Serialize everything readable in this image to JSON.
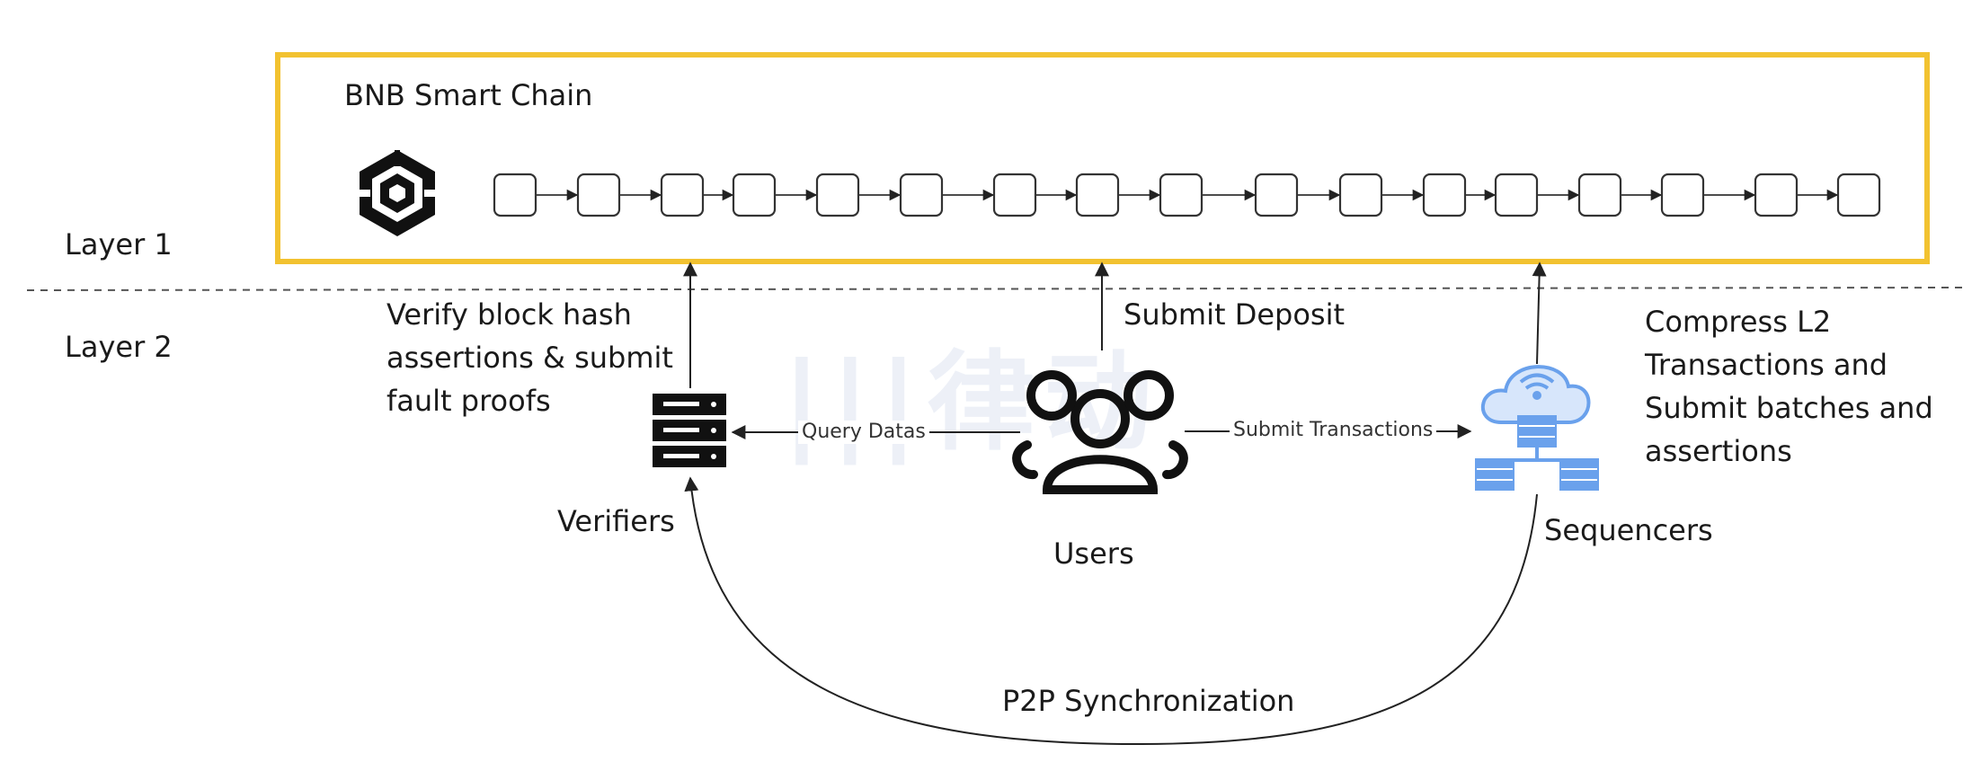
{
  "layers": {
    "layer1": "Layer 1",
    "layer2": "Layer 2"
  },
  "chain": {
    "title": "BNB Smart Chain",
    "block_count": 17,
    "frame_color": "#f2c230"
  },
  "verifiers": {
    "label": "Verifiers",
    "note": "Verify block hash assertions & submit fault proofs"
  },
  "users": {
    "label": "Users",
    "deposit": "Submit Deposit"
  },
  "sequencers": {
    "label": "Sequencers",
    "note": "Compress L2 Transactions and Submit batches and assertions",
    "icon_color": "#6aa1ec"
  },
  "edges": {
    "query": "Query Datas",
    "submit_tx": "Submit Transactions",
    "p2p": "P2P Synchronization"
  },
  "icons": {
    "chain_logo": "bnb-logo-icon",
    "verifiers": "server-rack-icon",
    "users": "users-group-icon",
    "sequencers": "cloud-network-icon"
  }
}
